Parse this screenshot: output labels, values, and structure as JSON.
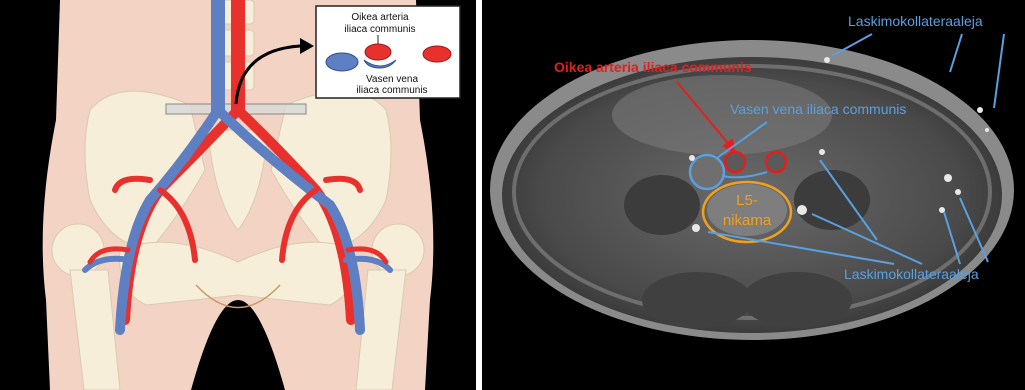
{
  "left_panel": {
    "callout": {
      "artery_label_line1": "Oikea arteria",
      "artery_label_line2": "iliaca communis",
      "vein_label_line1": "Vasen vena",
      "vein_label_line2": "iliaca communis"
    },
    "colors": {
      "skin": "#f3d3c4",
      "bone": "#f6eed9",
      "artery": "#e8312c",
      "vein": "#5f7fc3",
      "background": "#000000"
    }
  },
  "right_panel": {
    "labels": {
      "artery": "Oikea arteria iliaca communis",
      "vein": "Vasen vena iliaca communis",
      "collaterals_top": "Laskimokollateraaleja",
      "collaterals_bottom": "Laskimokollateraaleja",
      "vertebra_line1": "L5-",
      "vertebra_line2": "nikama"
    },
    "colors": {
      "artery_label": "#e41e1e",
      "vein_label": "#5aa0e0",
      "vertebra_outline": "#f0a01e"
    }
  }
}
